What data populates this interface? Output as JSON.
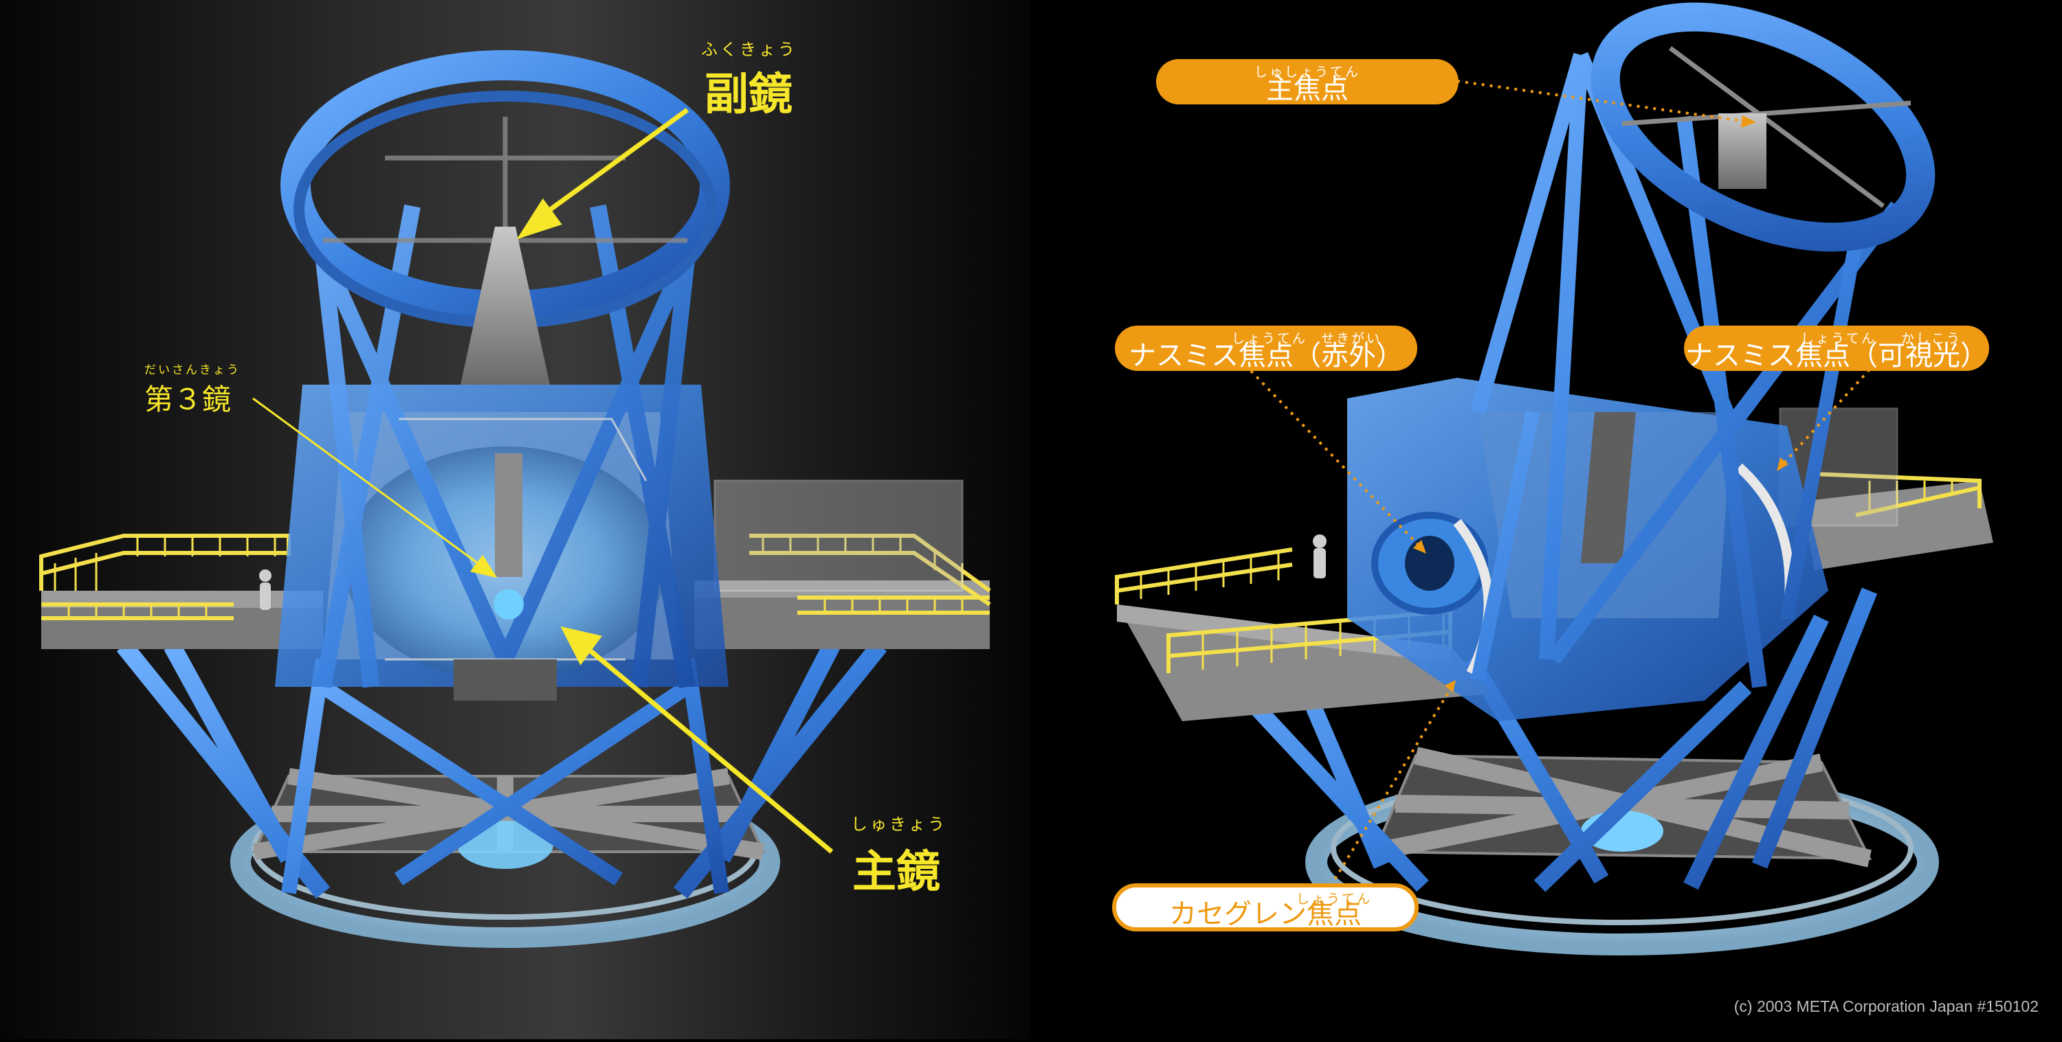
{
  "left_panel": {
    "secondary_mirror": {
      "label": "副鏡",
      "ruby": "ふくきょう"
    },
    "tertiary_mirror": {
      "label": "第３鏡",
      "ruby": "だいさんきょう"
    },
    "primary_mirror": {
      "label": "主鏡",
      "ruby": "しゅきょう"
    }
  },
  "right_panel": {
    "prime_focus": {
      "label": "主焦点",
      "ruby": "しゅしょうてん"
    },
    "nasmyth_ir": {
      "label": "ナスミス焦点（赤外）",
      "ruby_focus": "しょうてん",
      "ruby_ir": "せきがい"
    },
    "nasmyth_opt": {
      "label": "ナスミス焦点（可視光）",
      "ruby_focus": "しょうてん",
      "ruby_vis": "かしこう"
    },
    "cassegrain": {
      "label": "カセグレン焦点",
      "ruby": "しょうてん"
    }
  },
  "copyright": "(c) 2003 META Corporation Japan #150102",
  "colors": {
    "label_yellow": "#f7e72a",
    "pill_orange": "#ef9a13",
    "structure_blue": "#4a90e2",
    "railing_yellow": "#f4e04a"
  }
}
